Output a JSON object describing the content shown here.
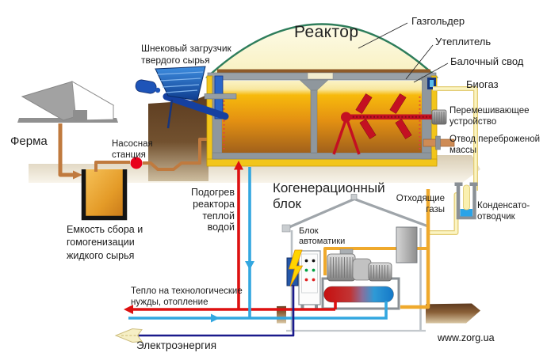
{
  "titles": {
    "reactor": "Реактор",
    "cogen_unit": "Когенерационный\nблок"
  },
  "labels": {
    "screw_loader": "Шнековый загрузчик\nтвердого сырья",
    "gasholder": "Газгольдер",
    "insulation": "Утеплитель",
    "beam_vault": "Балочный свод",
    "biogas": "Биогаз",
    "mixer": "Перемешивающее\nустройство",
    "digestate_outlet": "Отвод переброженой\nмассы",
    "farm": "Ферма",
    "pump_station": "Насосная\nстанция",
    "collection_tank": "Емкость сбора и\nгомогенизации\nжидкого сырья",
    "reactor_heating": "Подогрев\nреактора\nтеплой\nводой",
    "exhaust_gases": "Отходящие\nгазы",
    "condensate_trap": "Конденсато-\nотводчик",
    "automation_unit": "Блок\nавтоматики",
    "heat_needs": "Тепло на технологические\nнужды, отопление",
    "electricity": "Электроэнергия"
  },
  "website": "www.zorg.ua",
  "palette": {
    "biogas_pipe": "#FBF4C2",
    "exhaust_pipe": "#EFA92C",
    "hot_water": "#DD1111",
    "cold_water": "#33A7E0",
    "electric_line": "#1A1A8C",
    "substrate_pipe": "#C07A3E",
    "reactor_liquid": "#F0A800",
    "mixer_red": "#C41022",
    "dome_outline": "#2E7D5B"
  }
}
